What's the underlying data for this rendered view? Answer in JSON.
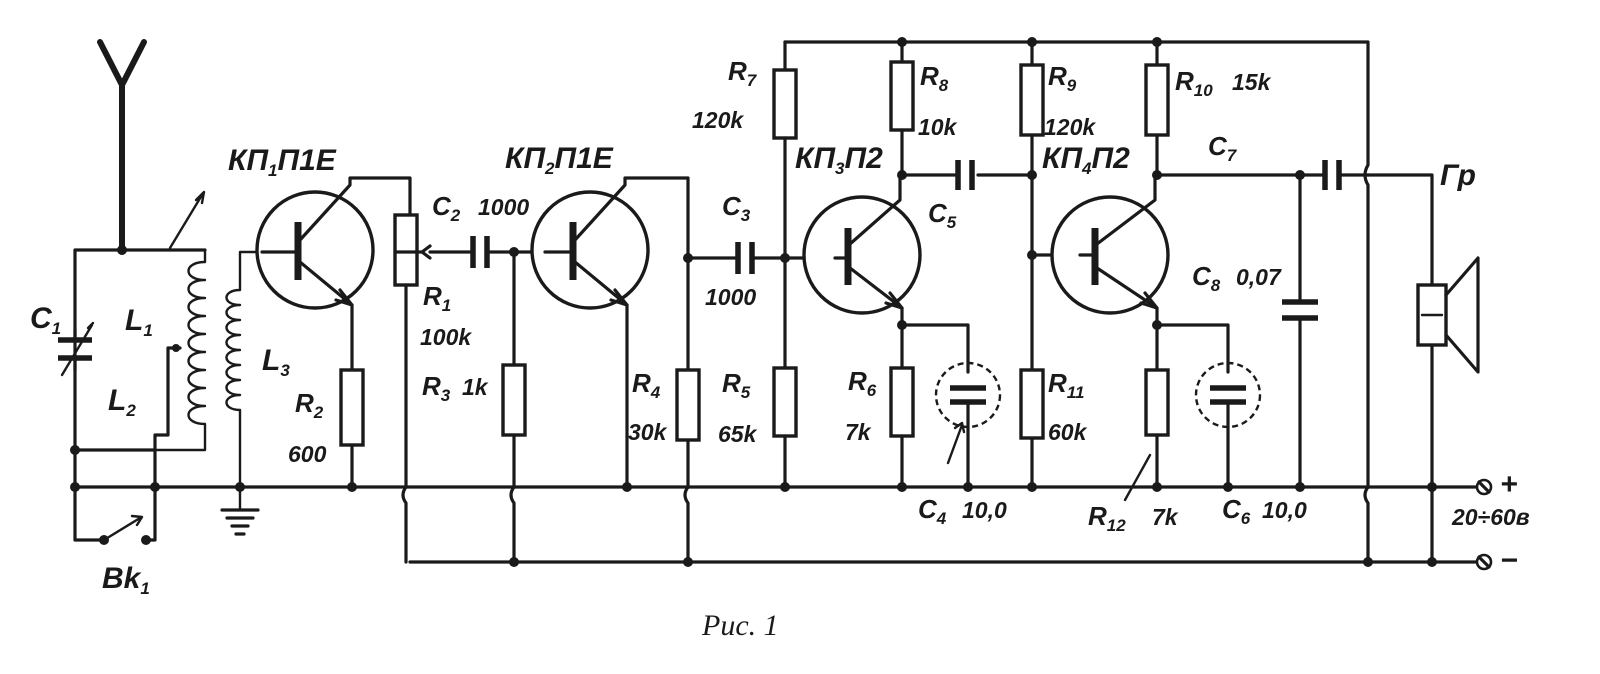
{
  "diagram": {
    "caption": "Рис. 1",
    "power": {
      "plus": "+",
      "minus": "−",
      "voltage": "20÷60в"
    },
    "switch": {
      "letter": "Bk",
      "sub": "1"
    },
    "speaker": {
      "label": "Гр"
    },
    "transistors": {
      "t1": {
        "pre": "КП",
        "sub": "1",
        "post": "П1Е"
      },
      "t2": {
        "pre": "КП",
        "sub": "2",
        "post": "П1Е"
      },
      "t3": {
        "pre": "КП",
        "sub": "3",
        "post": "П2"
      },
      "t4": {
        "pre": "КП",
        "sub": "4",
        "post": "П2"
      }
    },
    "inductors": {
      "L1": {
        "letter": "L",
        "sub": "1"
      },
      "L2": {
        "letter": "L",
        "sub": "2"
      },
      "L3": {
        "letter": "L",
        "sub": "3"
      }
    },
    "resistors": {
      "R1": {
        "letter": "R",
        "sub": "1",
        "value": "100k"
      },
      "R2": {
        "letter": "R",
        "sub": "2",
        "value": "600"
      },
      "R3": {
        "letter": "R",
        "sub": "3",
        "value": "1k"
      },
      "R4": {
        "letter": "R",
        "sub": "4",
        "value": "30k"
      },
      "R5": {
        "letter": "R",
        "sub": "5",
        "value": "65k"
      },
      "R6": {
        "letter": "R",
        "sub": "6",
        "value": "7k"
      },
      "R7": {
        "letter": "R",
        "sub": "7",
        "value": "120k"
      },
      "R8": {
        "letter": "R",
        "sub": "8",
        "value": "10k"
      },
      "R9": {
        "letter": "R",
        "sub": "9",
        "value": "120k"
      },
      "R10": {
        "letter": "R",
        "sub": "10",
        "value": "15k"
      },
      "R11": {
        "letter": "R",
        "sub": "11",
        "value": "60k"
      },
      "R12": {
        "letter": "R",
        "sub": "12",
        "value": "7k"
      }
    },
    "capacitors": {
      "C1": {
        "letter": "C",
        "sub": "1",
        "value": ""
      },
      "C2": {
        "letter": "C",
        "sub": "2",
        "value": "1000"
      },
      "C3": {
        "letter": "C",
        "sub": "3",
        "value": "1000"
      },
      "C4": {
        "letter": "C",
        "sub": "4",
        "value": "10,0"
      },
      "C5": {
        "letter": "C",
        "sub": "5",
        "value": ""
      },
      "C6": {
        "letter": "C",
        "sub": "6",
        "value": "10,0"
      },
      "C7": {
        "letter": "C",
        "sub": "7",
        "value": ""
      },
      "C8": {
        "letter": "C",
        "sub": "8",
        "value": "0,07"
      }
    }
  }
}
